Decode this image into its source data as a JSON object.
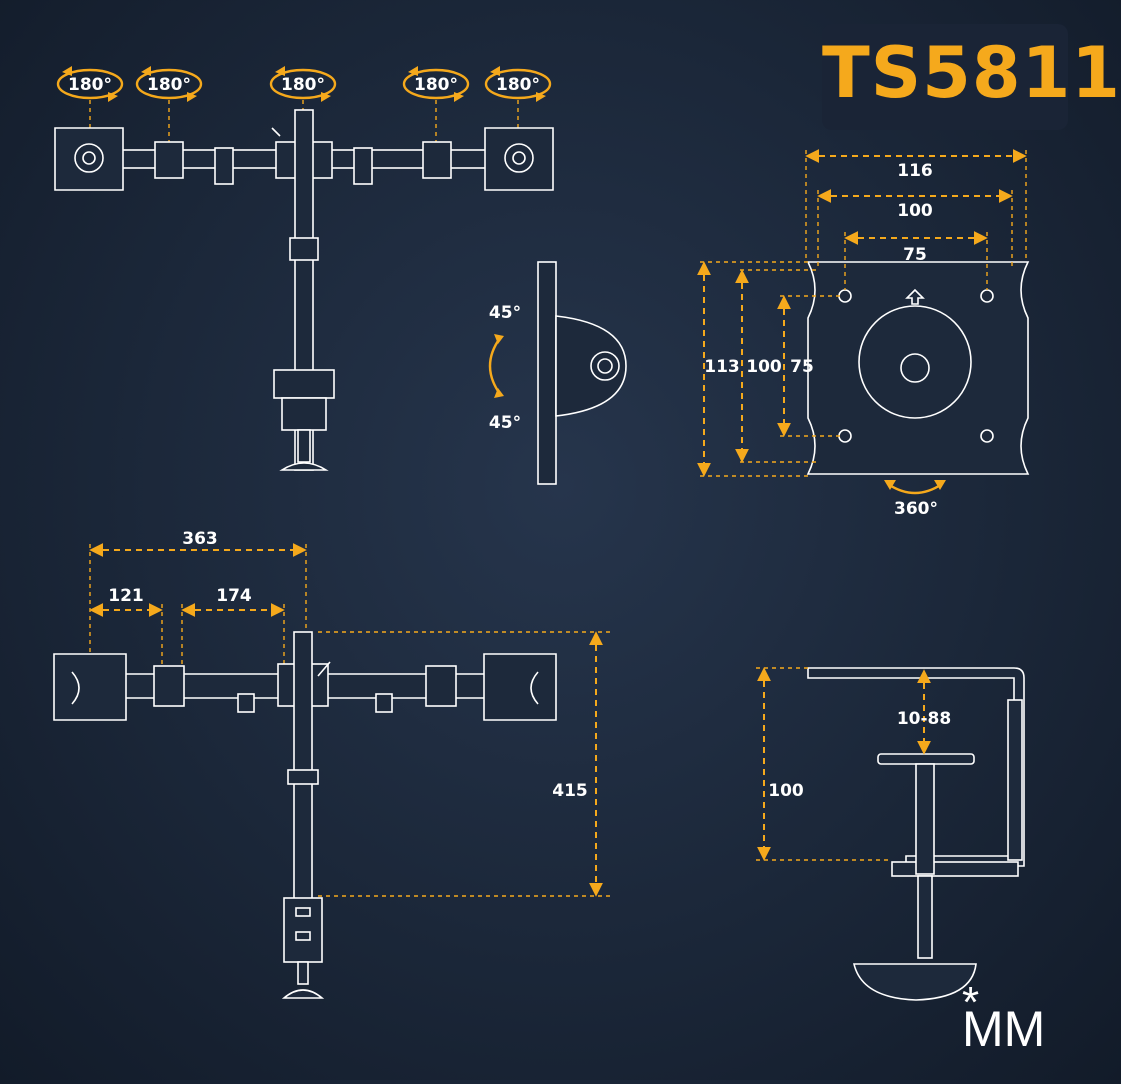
{
  "model": "TS5811",
  "unit_star": "*",
  "unit": "MM",
  "colors": {
    "accent": "#f5a91c",
    "line": "#ffffff",
    "background": "#1b2739"
  },
  "rotations": {
    "swivel_labels": [
      "180°",
      "180°",
      "180°",
      "180°",
      "180°"
    ],
    "tilt_up": "45°",
    "tilt_down": "45°",
    "plate_rotation": "360°"
  },
  "vesa": {
    "width_outer": "116",
    "width_mid": "100",
    "width_inner": "75",
    "height_outer": "113",
    "height_mid": "100",
    "height_inner": "75"
  },
  "arm": {
    "total_reach": "363",
    "segment_outer": "121",
    "segment_inner": "174",
    "pole_height": "415"
  },
  "clamp": {
    "desk_thickness": "10-88",
    "clamp_depth": "100"
  }
}
